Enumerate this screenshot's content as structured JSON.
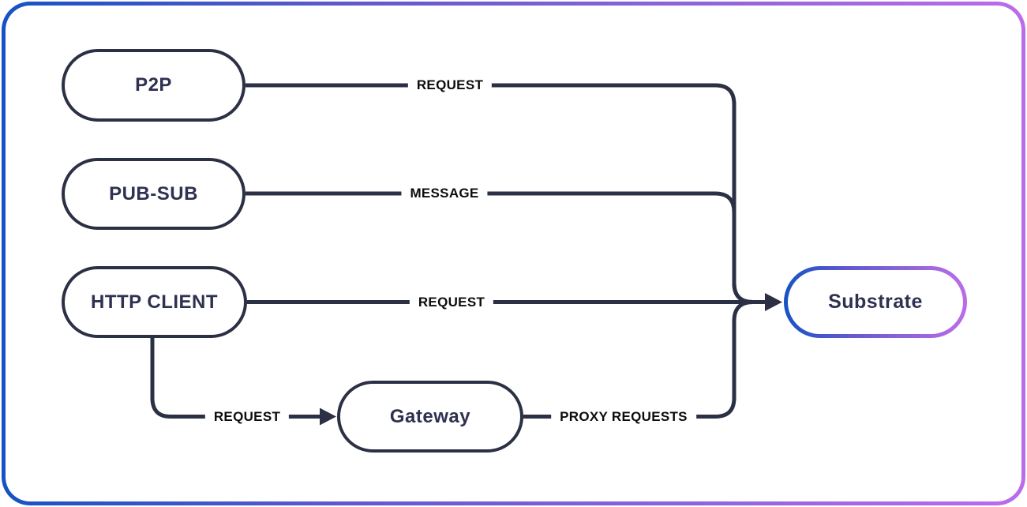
{
  "colors": {
    "line": "#2b3044",
    "node_border": "#2b3044",
    "node_text": "#2e3150",
    "edge_label_text": "#0c0c0c",
    "background": "#ffffff"
  },
  "frame": {
    "gradient": [
      "#1553c4",
      "#5f58cf",
      "#8d64da",
      "#bb6ce9"
    ]
  },
  "nodes": [
    {
      "id": "p2p",
      "label": "P2P"
    },
    {
      "id": "pub-sub",
      "label": "PUB-SUB"
    },
    {
      "id": "http-client",
      "label": "HTTP CLIENT"
    },
    {
      "id": "gateway",
      "label": "Gateway"
    },
    {
      "id": "substrate",
      "label": "Substrate"
    }
  ],
  "edges": [
    {
      "from": "p2p",
      "to": "substrate",
      "label": "REQUEST"
    },
    {
      "from": "pub-sub",
      "to": "substrate",
      "label": "MESSAGE"
    },
    {
      "from": "http-client",
      "to": "substrate",
      "label": "REQUEST"
    },
    {
      "from": "http-client",
      "to": "gateway",
      "label": "REQUEST"
    },
    {
      "from": "gateway",
      "to": "substrate",
      "label": "PROXY REQUESTS"
    }
  ]
}
